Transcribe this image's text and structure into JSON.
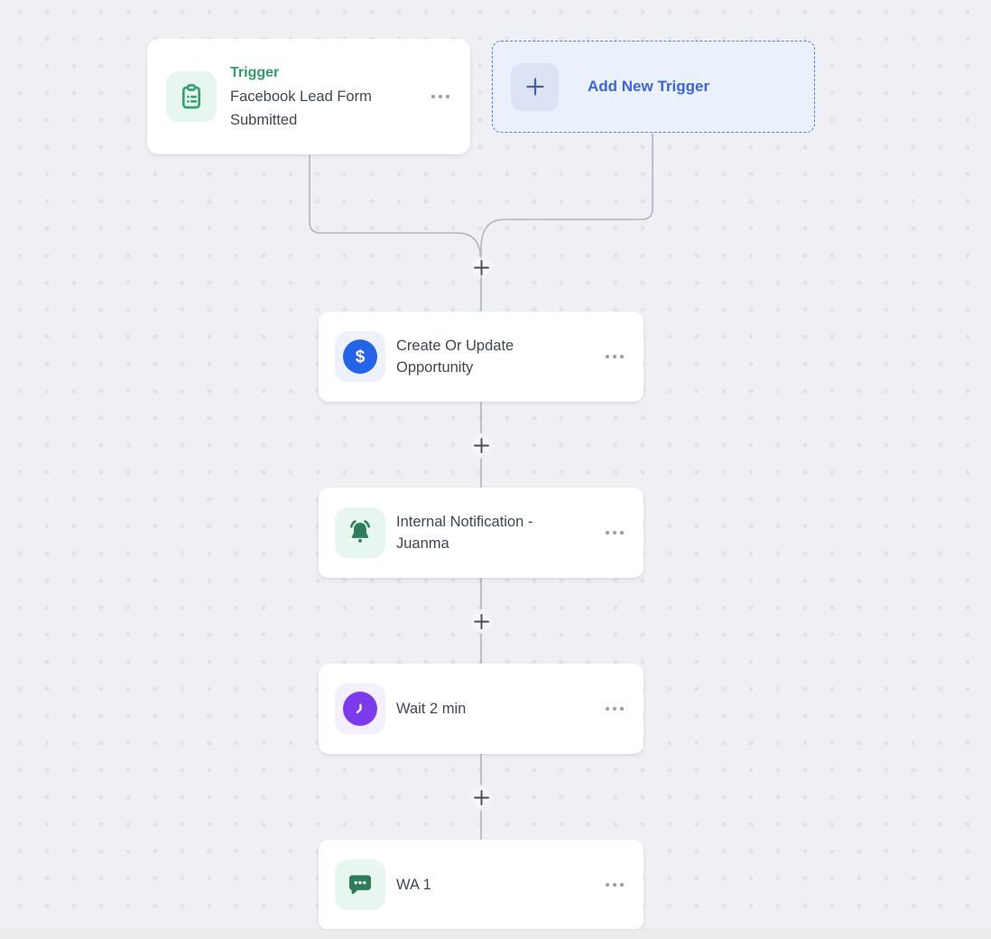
{
  "workflow": {
    "trigger": {
      "badge": "Trigger",
      "title": "Facebook Lead Form Submitted",
      "icon": "clipboard-icon",
      "menu": "ellipsis-menu"
    },
    "add_new_trigger": {
      "label": "Add New Trigger",
      "icon": "plus-icon"
    },
    "actions": [
      {
        "title": "Create Or Update Opportunity",
        "icon": "dollar-icon"
      },
      {
        "title": "Internal Notification - Juanma",
        "icon": "bell-icon"
      },
      {
        "title": "Wait 2 min",
        "icon": "clock-icon"
      },
      {
        "title": "WA 1",
        "icon": "chat-bubble-icon"
      }
    ],
    "add_step_symbol": "+"
  },
  "colors": {
    "canvas_bg": "#eef0f4",
    "dot_grid": "#e0e3e8",
    "card_bg": "#ffffff",
    "trigger_green": "#2f9e68",
    "icon_green": "#2e7d5a",
    "icon_green_bg": "#e7f6ee",
    "icon_blue": "#2563e8",
    "icon_blue_bg": "#edf1fc",
    "icon_purple": "#7c3aed",
    "icon_purple_bg": "#f3effc",
    "add_trigger_bg": "#ebf1fc",
    "add_trigger_border": "#4b7fe8",
    "add_trigger_text": "#3a66d8",
    "connector_line": "#b0b5bf",
    "title_text": "#404754"
  }
}
